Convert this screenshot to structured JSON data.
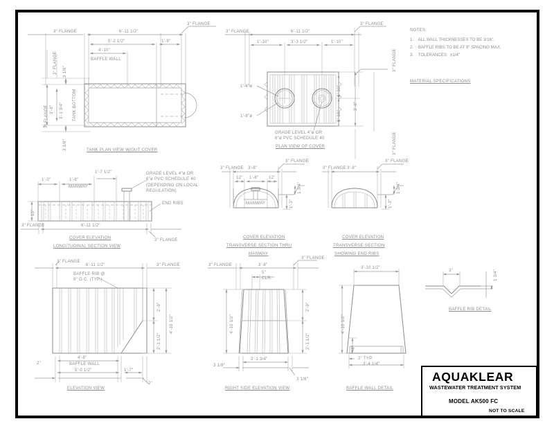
{
  "sheet": {
    "title_block": {
      "brand": "AQUAKLEAR",
      "subtitle": "WASTEWATER TREATMENT SYSTEM",
      "model": "MODEL AK500 FC",
      "scale": "NOT TO SCALE"
    },
    "notes": {
      "heading": "NOTES:",
      "items": [
        "1.    ALL WALL THICKNESSES TO BE 3/16\".",
        "2.    BAFFLE RIBS TO BE AT 9\" SPACING MAX.",
        "3.    TOLERANCES:  ±1/4\""
      ],
      "material_heading": "MATERIAL SPECIFICATIONS"
    },
    "views": {
      "tank_plan": {
        "title": "TANK PLAN VIEW W/OUT COVER",
        "d_overall": "6'-11 1/2\"",
        "d_inner": "5'-2 1/2\"",
        "d_baffle": "4'-10\"",
        "d_right": "1'-9\"",
        "lbl_baffle_wall": "BAFFLE WALL",
        "flange_tl": "3\" FLANGE",
        "flange_tr": "3\" FLANGE",
        "flange_left_top": "3\" FLANGE",
        "flange_left_bot": "3\" FLANGE",
        "v_top": "3 1/8\"",
        "v_bot": "3 1/8\"",
        "v_tank": "3'-1 3/4\"",
        "v_outer": "3'-8\"",
        "lbl_tank_bottom": "TANK BOTTOM"
      },
      "cover_plan": {
        "title": "PLAN VIEW OF COVER",
        "d_overall": "6'-11 1/2\"",
        "d_left": "1'-10\"",
        "d_center": "3'-3 1/2\"",
        "d_right": "1'-10\"",
        "v_top": "1'-10\"",
        "v_bot": "1'-10\"",
        "v_total": "3'-8\"",
        "lead_4dia": "1'-4\"ø",
        "lead_8dia": "1'-8\"ø",
        "note_grade": "GRADE LEVEL 4\"ø OR\n6\"ø PVC SCHEDULE 40",
        "flange_tl": "3\" FLANGE",
        "flange_tr": "3\" FLANGE",
        "flange_r_top": "3\" FLANGE",
        "flange_r_bot": "3\" FLANGE"
      },
      "cover_long": {
        "title_1": "COVER ELEVATION",
        "title_2": "LONGITUDINAL SECTION VIEW",
        "d_1": "1'-0\"",
        "d_2": "1'-8\"",
        "d_3": "1'-7 1/2\"",
        "lbl_manway": "MANWAY",
        "lbl_end_ribs": "END RIBS",
        "note_grade": "GRADE LEVEL 4\"ø OR\n6\"ø PVC SCHEDULE 40\n(DEPENDING ON LOCAL\nREGULATION)",
        "v_15": "15\"",
        "d_bottom": "6'-11 1/2\"",
        "flange_l": "3\" FLANGE",
        "flange_r": "3\" FLANGE"
      },
      "cover_trans_manway": {
        "title_1": "COVER ELEVATION",
        "title_2": "TRANSVERSE SECTION THRU",
        "title_3": "MANWAY",
        "d_overall": "3'-8\"",
        "d_12a": "12\"",
        "d_mid": "1'-8\"",
        "d_12b": "12\"",
        "lbl_manway": "MANWAY",
        "v_a": "1 3/4\"",
        "v_b": "1'-3\"",
        "flange_l": "3\" FLANGE",
        "flange_r": "3\" FLANGE"
      },
      "cover_trans_ribs": {
        "title_1": "COVER ELEVATION",
        "title_2": "TRANSVERSE SECTION",
        "title_3": "SHOWING END RIBS",
        "d_overall": "3'-8\"",
        "v_a": "1 3/4\"",
        "v_b": "1'-3\"",
        "flange_l": "3\" FLANGE",
        "flange_r": "3\" FLANGE"
      },
      "elevation": {
        "title": "ELEVATION VIEW",
        "d_overall": "6'-11 1/2\"",
        "lbl_rib": "BAFFLE RIB @\n9\" O.C. (TYP.)",
        "v_top": "2'-9\"",
        "v_bot": "2'-1 1/2\"",
        "v_total": "4'-10 1/2\"",
        "d_baffle": "4'-8\"",
        "lbl_baffle_wall": "BAFFLE WALL",
        "d_inner": "5'-0 1/2\"",
        "d_right": "1'-7\"",
        "d_2a": "2\"",
        "d_2b": "2\"",
        "flange_l": "3\" FLANGE",
        "flange_r": "3\" FLANGE"
      },
      "right_side": {
        "title": "RIGHT SIDE ELEVATION VIEW",
        "d_overall": "3'-8\"",
        "d_clr": "5\"\nCLR.",
        "v_total": "4'-10 1/2\"",
        "v_top": "2'-9\"",
        "v_bot": "2'-1 1/2\"",
        "d_left": "3 1/8\"",
        "d_mid": "3'-1 3/4\"",
        "d_right": "3 1/8\"",
        "flange_l": "3\" FLANGE",
        "flange_r": "3\" FLANGE"
      },
      "baffle_wall": {
        "title": "BAFFLE WALL DETAIL",
        "d_top": "3'-10 1/2\"",
        "v_total": "4'-10 1/2\"",
        "v_4": "4\"",
        "d_typ": "2\"  TYP.",
        "d_bot": "3'-4 1/4\""
      },
      "baffle_rib": {
        "title": "BAFFLE RIB DETAIL",
        "d_3": "3\"",
        "v_a": "1 3/4\""
      }
    }
  }
}
